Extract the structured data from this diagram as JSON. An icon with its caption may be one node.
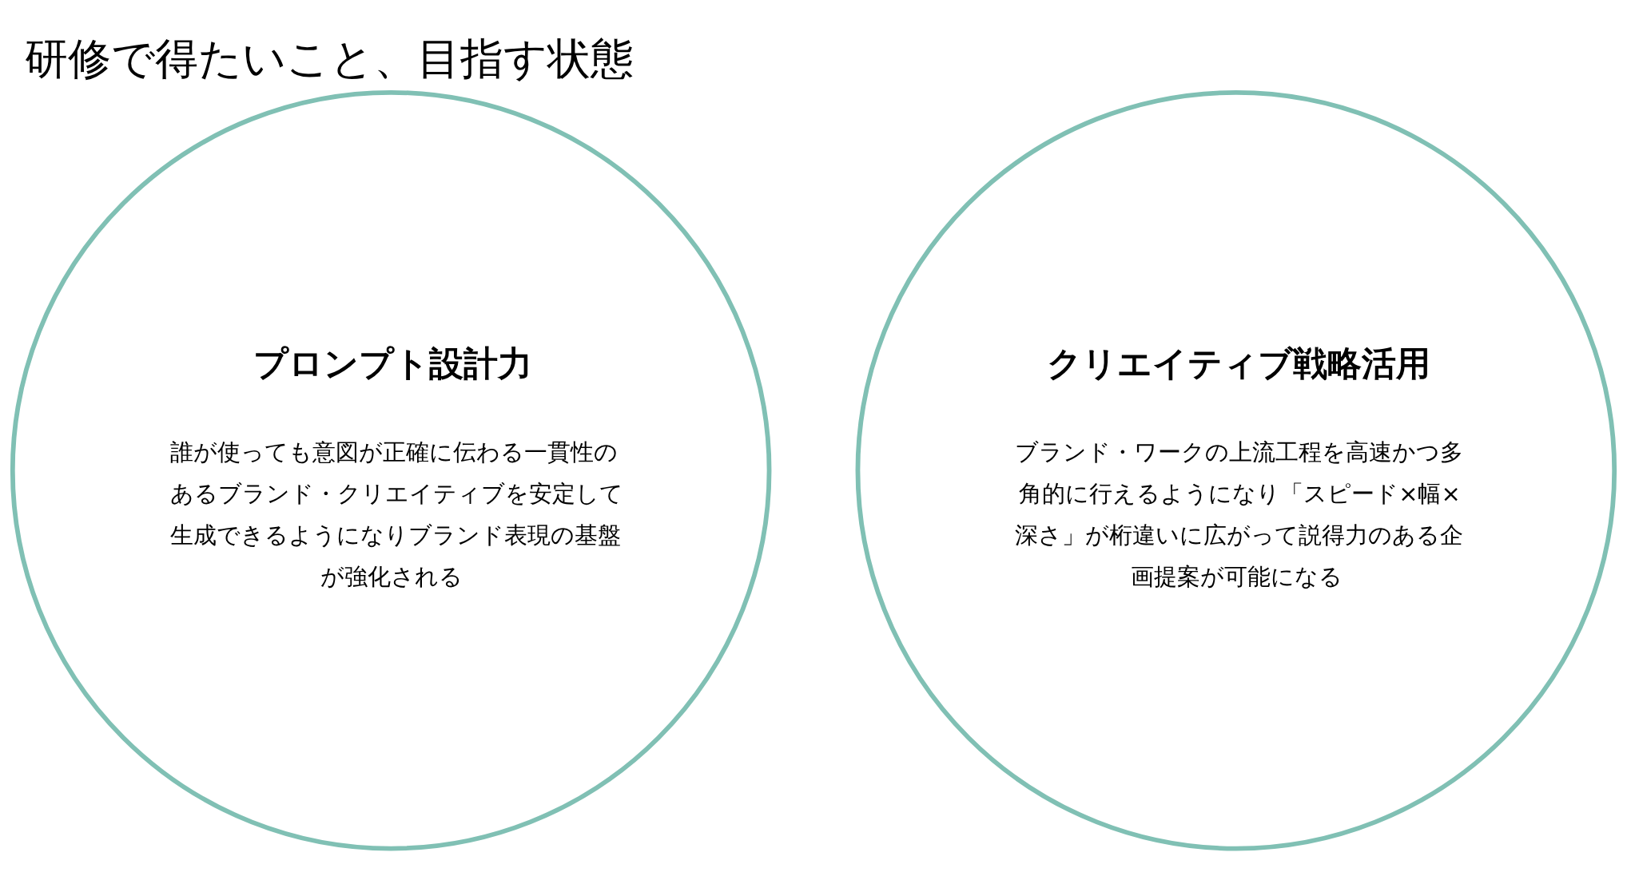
{
  "diagram": {
    "title": "研修で得たいこと、目指す状態",
    "nodes": [
      {
        "text": [
          "プロンプト設計力",
          "誰が使っても意図が正確に伝わる一貫性のあるブランド・クリエイティブを安定して生成できるようになりブランド表現の基盤が強化される"
        ]
      },
      {
        "text": [
          "クリエイティブ戦略活用",
          "ブランド・ワークの上流工程を高速かつ多角的に行えるようになり「スピード×幅×深さ」が桁違いに広がって説得力のある企画提案が可能になる"
        ]
      }
    ],
    "edges": []
  }
}
